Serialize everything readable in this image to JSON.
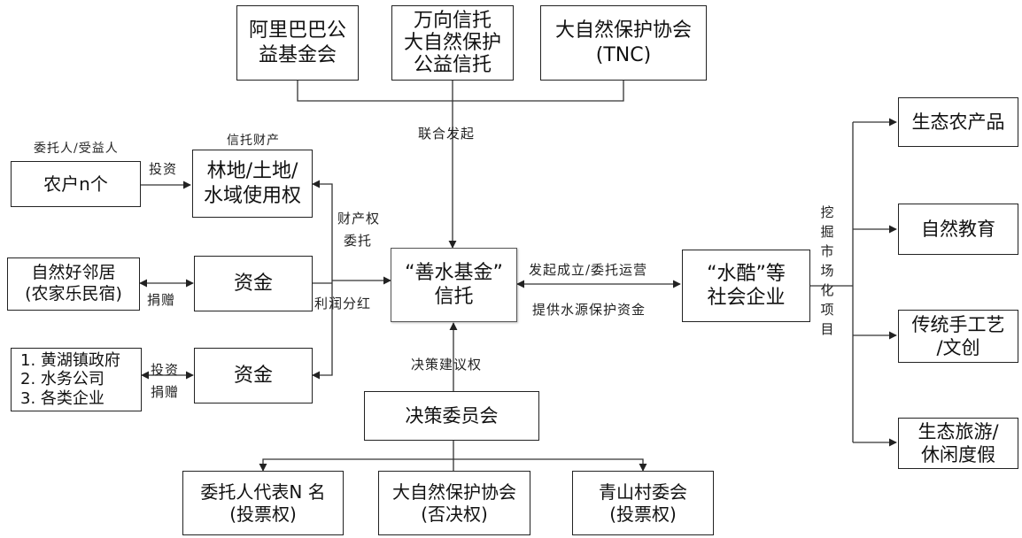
{
  "top_boxes": {
    "alibaba": [
      "阿里巴巴公",
      "益基金会"
    ],
    "wanxiang": [
      "万向信托",
      "大自然保护",
      "公益信托"
    ],
    "tnc": [
      "大自然保护协会",
      "(TNC)"
    ]
  },
  "labels": {
    "lianhe": "联合发起",
    "weituoren": "委托人/受益人",
    "xintuocaichan": "信托财产",
    "touzi": "投资",
    "juanzeng": "捐赠",
    "touzi2": "投资",
    "juanzeng2": "捐赠",
    "caichanquan": "财产权",
    "weituo": "委托",
    "lirun": "利润分红",
    "faqi": "发起成立/委托运营",
    "tigong": "提供水源保护资金",
    "juece_right": "决策建议权",
    "wajue": [
      "挖",
      "掘",
      "市",
      "场",
      "化",
      "项",
      "目"
    ]
  },
  "left_boxes": {
    "nonghu": "农户n个",
    "ziran_linju": [
      "自然好邻居",
      "(农家乐民宿)"
    ],
    "gov_list": [
      "1. 黄湖镇政府",
      "2. 水务公司",
      "3. 各类企业"
    ]
  },
  "middle_boxes": {
    "lindi": [
      "林地/土地/",
      "水域使用权"
    ],
    "zijin1": "资金",
    "zijin2": "资金"
  },
  "center": {
    "trust": [
      "“善水基金”",
      "信托"
    ],
    "committee": "决策委员会",
    "shuiku": [
      "“水酷”等",
      "社会企业"
    ]
  },
  "bottom_boxes": {
    "weituo_daibiao": [
      "委托人代表N 名",
      "(投票权)"
    ],
    "tnc_veto": [
      "大自然保护协会",
      "(否决权)"
    ],
    "qingshan": [
      "青山村委会",
      "(投票权)"
    ]
  },
  "right_boxes": {
    "shengtai_nong": "生态农产品",
    "ziran_jiaoyu": "自然教育",
    "chuantong": [
      "传统手工艺",
      "/文创"
    ],
    "lvyou": [
      "生态旅游/",
      "休闲度假"
    ]
  }
}
